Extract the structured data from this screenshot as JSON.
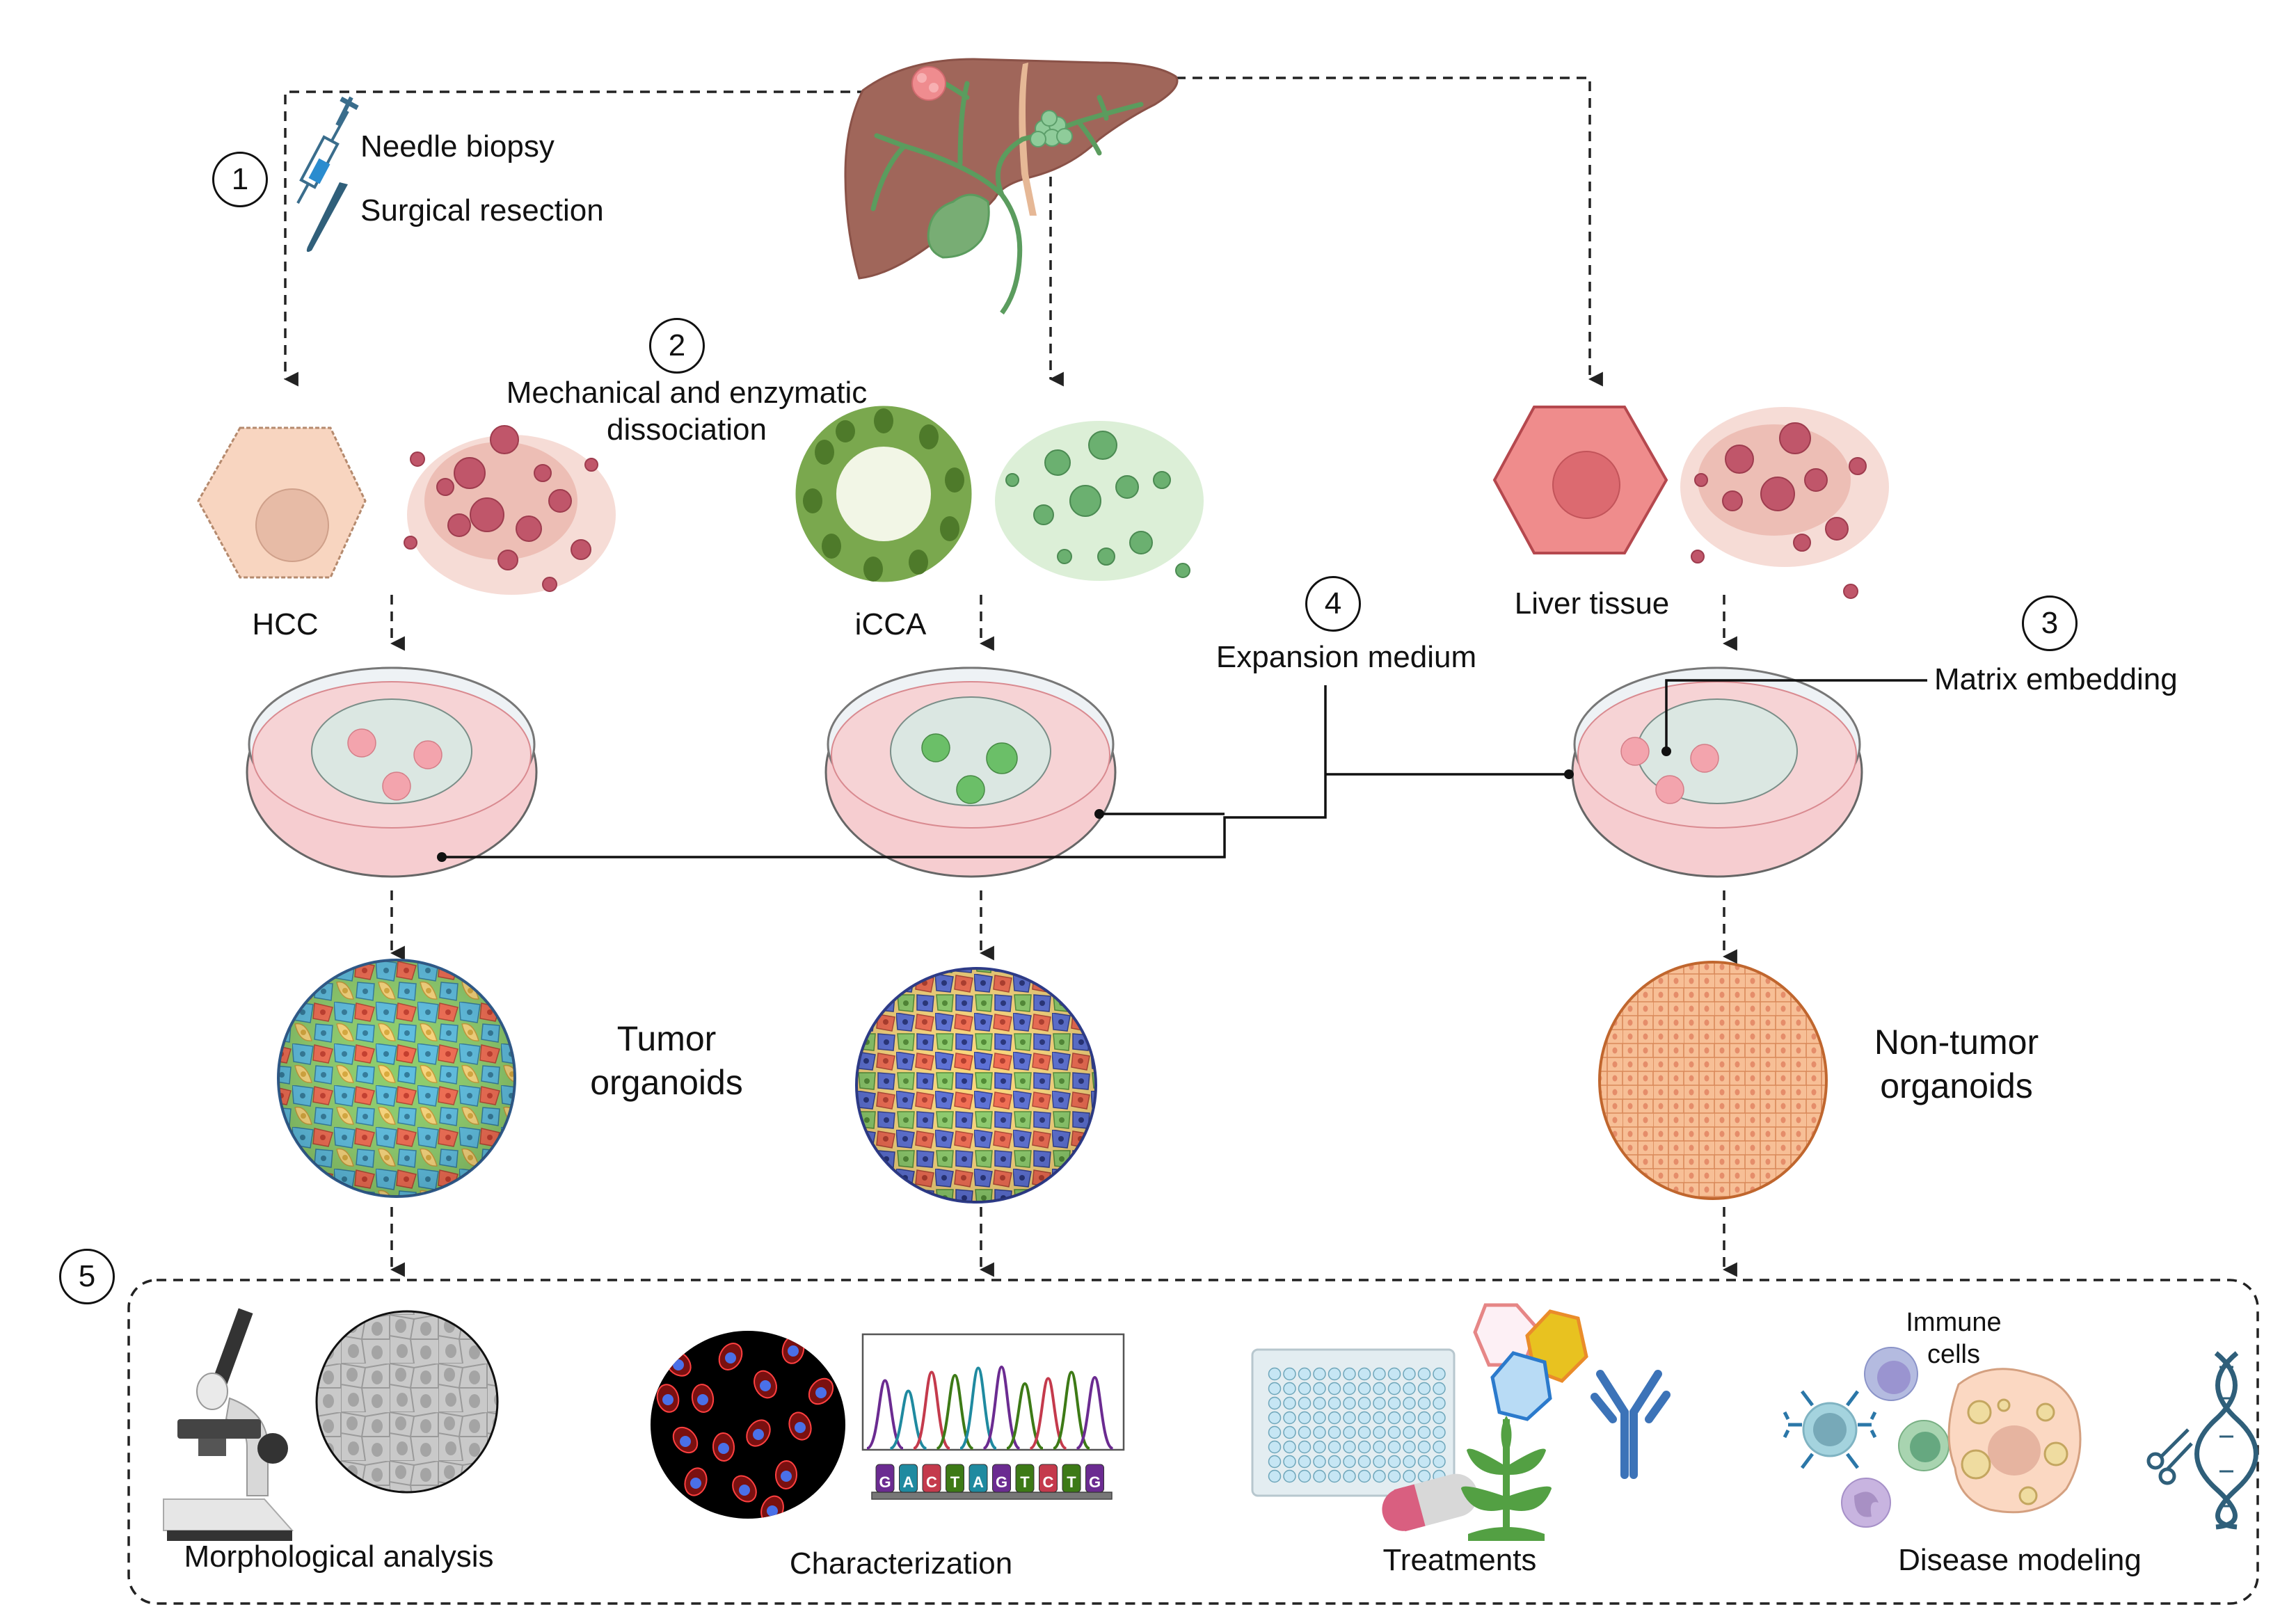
{
  "steps": {
    "step1": {
      "number": "1",
      "items": [
        "Needle biopsy",
        "Surgical resection"
      ],
      "icons": [
        "syringe-icon",
        "scalpel-icon"
      ]
    },
    "step2": {
      "number": "2",
      "label_line1": "Mechanical and enzymatic",
      "label_line2": "dissociation"
    },
    "step3": {
      "number": "3",
      "label": "Matrix embedding"
    },
    "step4": {
      "number": "4",
      "label": "Expansion medium"
    },
    "step5": {
      "number": "5"
    }
  },
  "sources": {
    "hcc": "HCC",
    "icca": "iCCA",
    "liver_tissue": "Liver tissue"
  },
  "organoids": {
    "tumor_line1": "Tumor",
    "tumor_line2": "organoids",
    "nontumor_line1": "Non-tumor",
    "nontumor_line2": "organoids"
  },
  "applications": {
    "morphological": "Morphological analysis",
    "characterization": "Characterization",
    "treatments": "Treatments",
    "disease_modeling": "Disease modeling",
    "immune_line1": "Immune",
    "immune_line2": "cells"
  },
  "sequence": {
    "bases": [
      "G",
      "A",
      "C",
      "T",
      "A",
      "G",
      "T",
      "C",
      "T",
      "G"
    ]
  },
  "colors": {
    "liver": "#a0665a",
    "bile": "#6aa36a",
    "hcc_cell": "#f8d5c0",
    "icca_cell": "#7aa84e",
    "normal_cell": "#ef8c8c",
    "dish_medium": "#f6cdd0",
    "matrix": "#dbe7e2",
    "base_G": "#6b2b91",
    "base_A": "#1f8aa0",
    "base_C": "#c43a4c",
    "base_T": "#3d7a16"
  }
}
